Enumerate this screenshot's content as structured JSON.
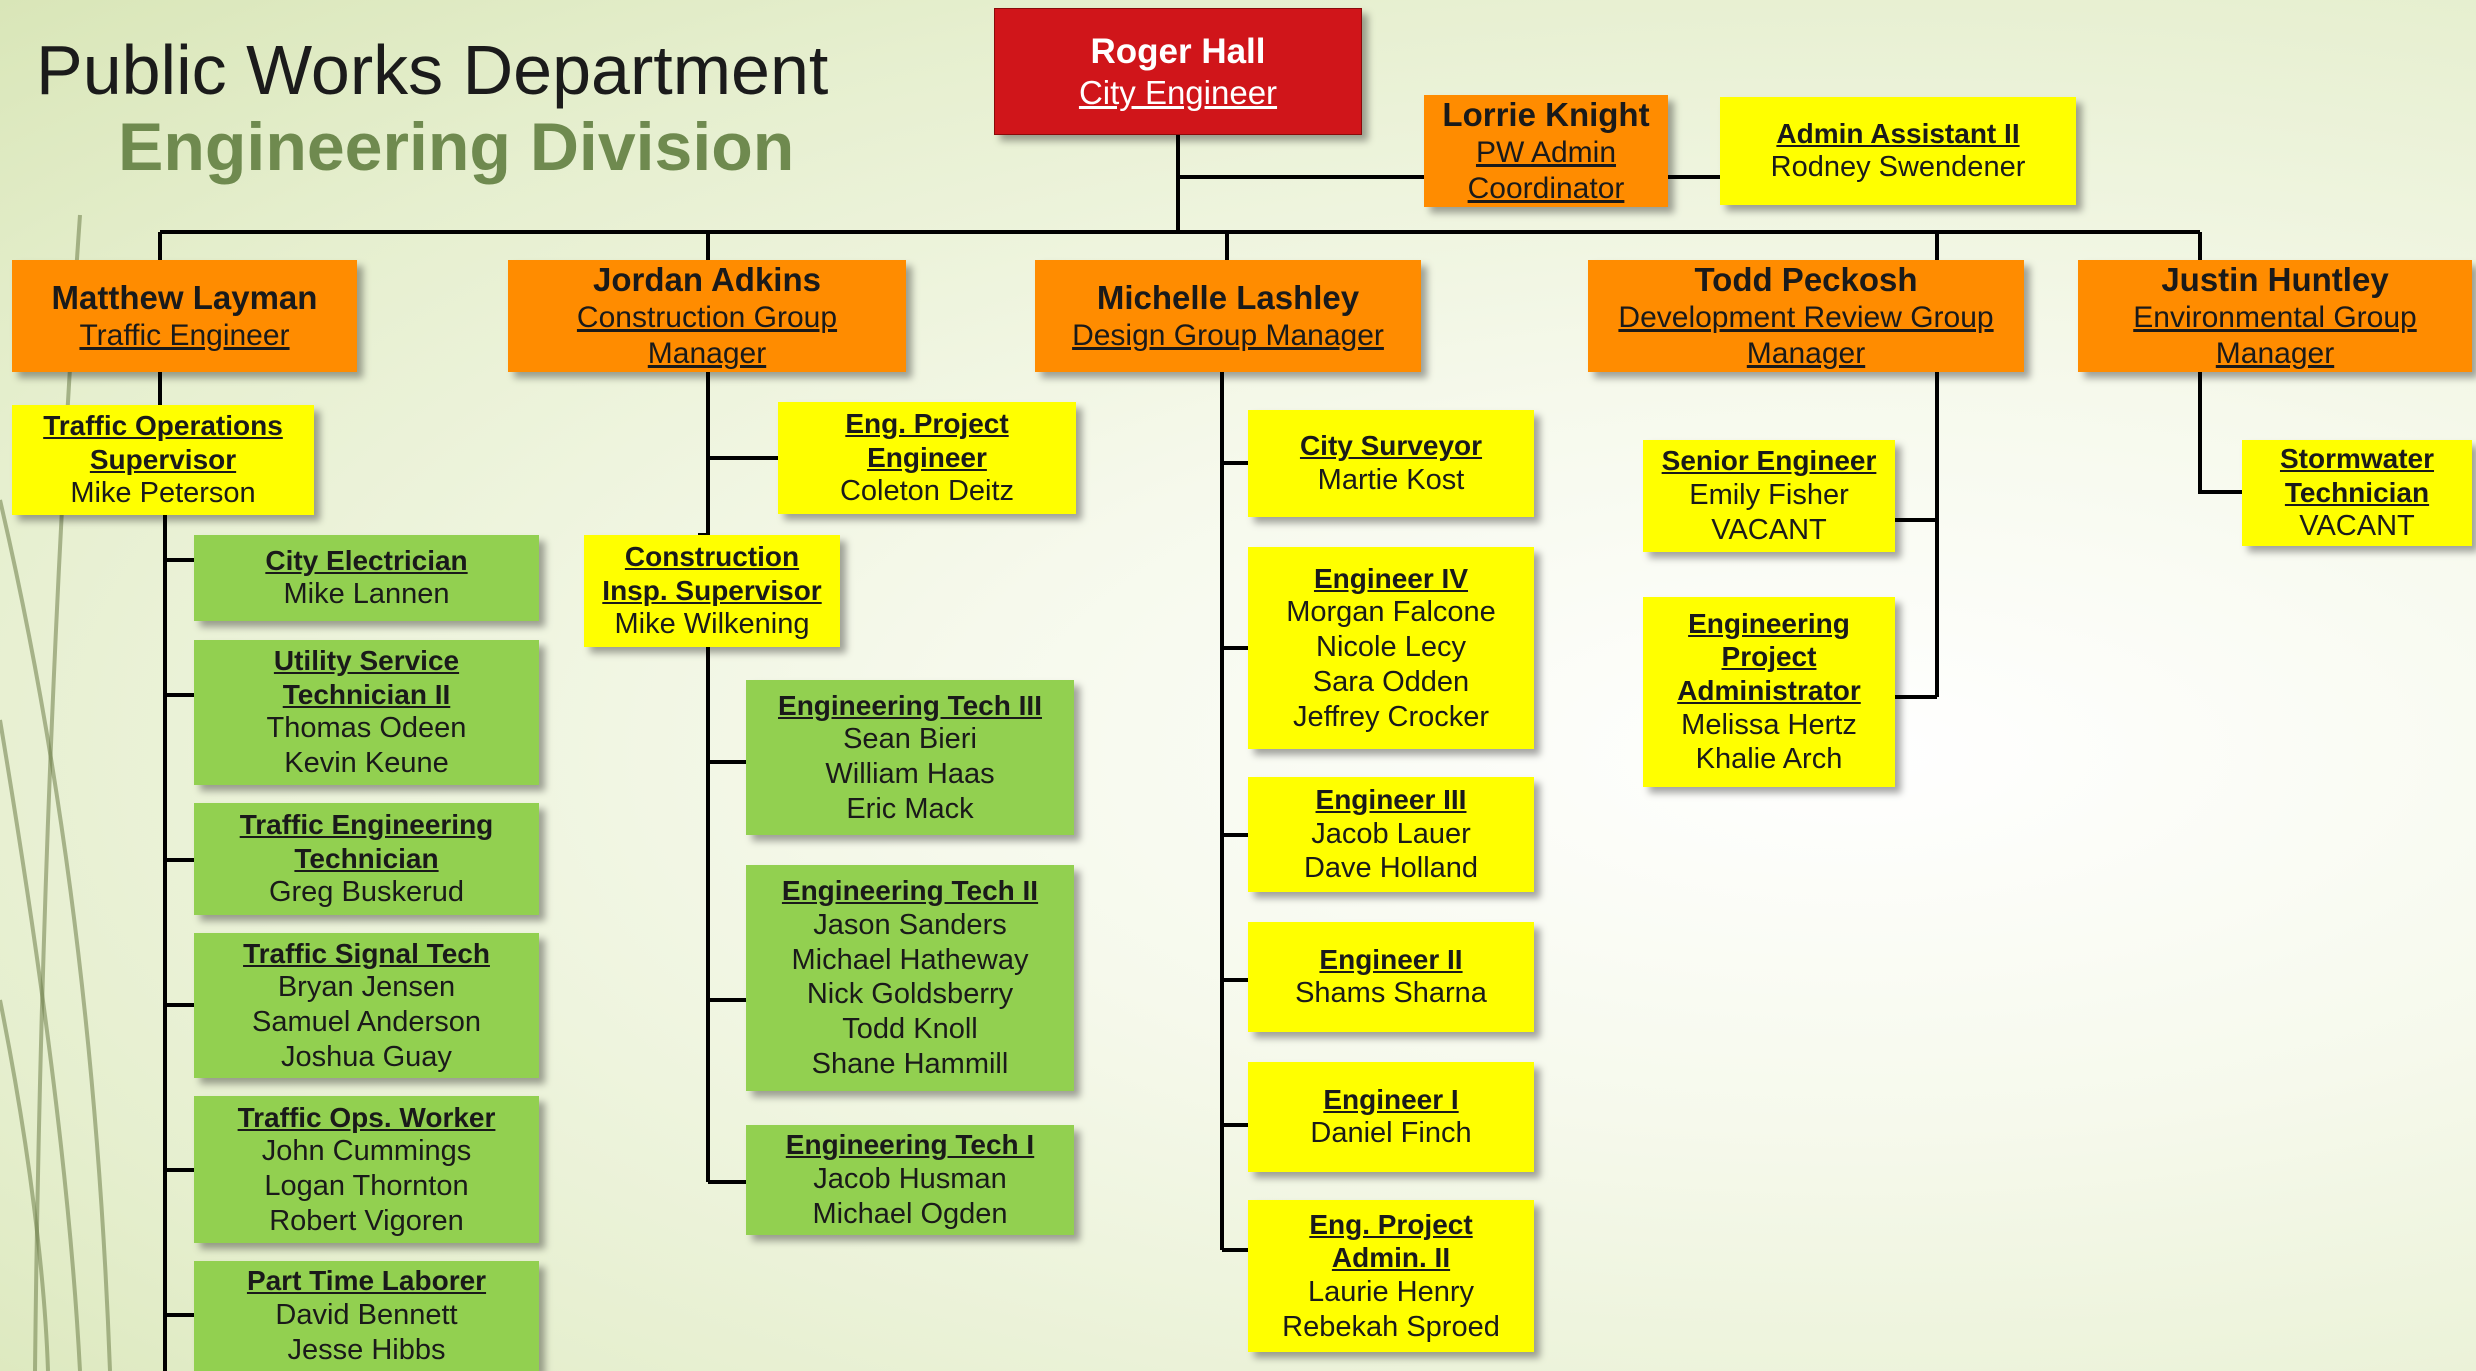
{
  "title": {
    "line1": "Public Works Department",
    "line2": "Engineering Division"
  },
  "head": {
    "name": "Roger Hall",
    "role": "City Engineer"
  },
  "admin": [
    {
      "id": "lorrie",
      "name": "Lorrie Knight",
      "role": "PW Admin Coordinator"
    },
    {
      "id": "admin-assistant",
      "position": "Admin Assistant II",
      "people": [
        "Rodney Swendener"
      ]
    }
  ],
  "managers": [
    {
      "id": "traffic",
      "name": "Matthew Layman",
      "role": "Traffic Engineer"
    },
    {
      "id": "construction",
      "name": "Jordan Adkins",
      "role": "Construction Group Manager"
    },
    {
      "id": "design",
      "name": "Michelle Lashley",
      "role": "Design Group Manager"
    },
    {
      "id": "development",
      "name": "Todd Peckosh",
      "role": "Development Review Group Manager"
    },
    {
      "id": "environmental",
      "name": "Justin Huntley",
      "role": "Environmental Group Manager"
    }
  ],
  "positions": [
    {
      "id": "traffic-ops-supervisor",
      "title": "Traffic Operations Supervisor",
      "people": [
        "Mike Peterson"
      ]
    },
    {
      "id": "city-electrician",
      "title": "City Electrician",
      "people": [
        "Mike Lannen"
      ]
    },
    {
      "id": "utility-service-tech",
      "title": "Utility Service Technician II",
      "people": [
        "Thomas Odeen",
        "Kevin Keune"
      ]
    },
    {
      "id": "traffic-eng-tech",
      "title": "Traffic Engineering Technician",
      "people": [
        "Greg Buskerud"
      ]
    },
    {
      "id": "traffic-signal-tech",
      "title": "Traffic Signal Tech",
      "people": [
        "Bryan Jensen",
        "Samuel Anderson",
        "Joshua Guay"
      ]
    },
    {
      "id": "traffic-ops-worker",
      "title": "Traffic Ops. Worker",
      "people": [
        "John Cummings",
        "Logan Thornton",
        "Robert Vigoren"
      ]
    },
    {
      "id": "part-time-laborer",
      "title": "Part Time Laborer",
      "people": [
        "David Bennett",
        "Jesse Hibbs"
      ]
    },
    {
      "id": "eng-project-engineer",
      "title": "Eng. Project Engineer",
      "people": [
        "Coleton Deitz"
      ]
    },
    {
      "id": "construction-insp-supervisor",
      "title": "Construction Insp. Supervisor",
      "people": [
        "Mike Wilkening"
      ]
    },
    {
      "id": "eng-tech-3",
      "title": "Engineering Tech III",
      "people": [
        "Sean Bieri",
        "William Haas",
        "Eric Mack"
      ]
    },
    {
      "id": "eng-tech-2",
      "title": "Engineering Tech II",
      "people": [
        "Jason Sanders",
        "Michael Hatheway",
        "Nick Goldsberry",
        "Todd Knoll",
        "Shane Hammill"
      ]
    },
    {
      "id": "eng-tech-1",
      "title": "Engineering Tech I",
      "people": [
        "Jacob Husman",
        "Michael Ogden"
      ]
    },
    {
      "id": "city-surveyor",
      "title": "City Surveyor",
      "people": [
        "Martie Kost"
      ]
    },
    {
      "id": "engineer-4",
      "title": "Engineer IV",
      "people": [
        "Morgan Falcone",
        "Nicole Lecy",
        "Sara Odden",
        "Jeffrey Crocker"
      ]
    },
    {
      "id": "engineer-3",
      "title": "Engineer III",
      "people": [
        "Jacob Lauer",
        "Dave Holland"
      ]
    },
    {
      "id": "engineer-2",
      "title": "Engineer II",
      "people": [
        "Shams Sharna"
      ]
    },
    {
      "id": "engineer-1",
      "title": "Engineer I",
      "people": [
        "Daniel Finch"
      ]
    },
    {
      "id": "eng-project-admin",
      "title": "Eng. Project Admin. II",
      "people": [
        "Laurie Henry",
        "Rebekah Sproed"
      ]
    },
    {
      "id": "senior-engineer",
      "title": "Senior Engineer",
      "people": [
        "Emily Fisher",
        "VACANT"
      ]
    },
    {
      "id": "eng-project-administrator",
      "title": "Engineering Project Administrator",
      "people": [
        "Melissa Hertz",
        "Khalie Arch"
      ]
    },
    {
      "id": "stormwater-tech",
      "title": "Stormwater Technician",
      "people": [
        "VACANT"
      ]
    }
  ],
  "colors": {
    "head": "#d0151a",
    "manager": "#ff8c00",
    "supervisor": "#ffff00",
    "staff": "#92d050",
    "connector": "#000000",
    "title_accent": "#6f8a4f"
  }
}
